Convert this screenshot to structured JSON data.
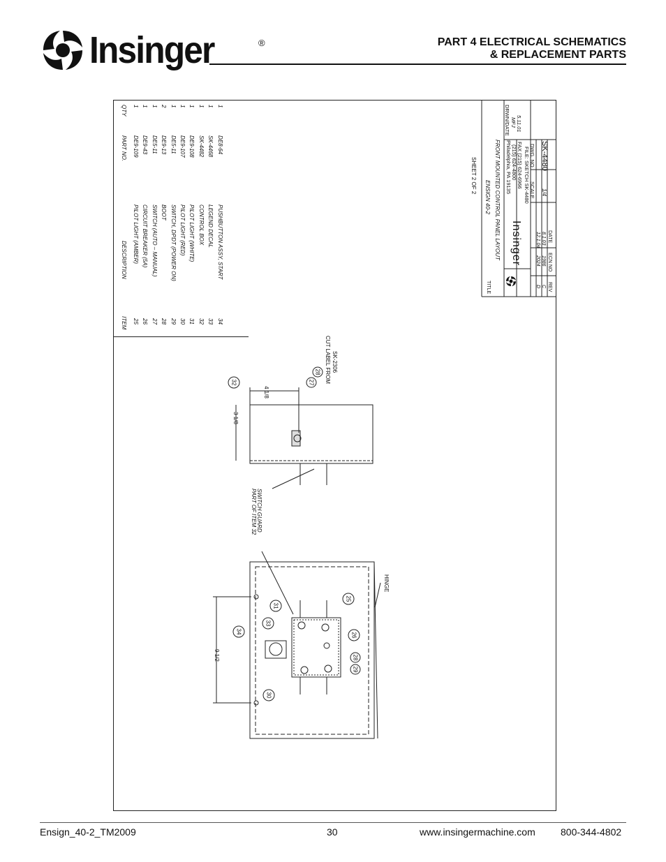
{
  "header": {
    "brand": "Insinger",
    "registered": "®",
    "title_line1": "PART 4   ELECTRICAL SCHEMATICS",
    "title_line2": "& REPLACEMENT PARTS"
  },
  "parts_table": {
    "headers": {
      "item": "ITEM",
      "description": "DESCRIPTION",
      "part_no": "PART NO.",
      "qty": "QTY"
    },
    "rows": [
      {
        "item": "25",
        "description": "PILOT LIGHT (AMBER)",
        "part_no": "DE9-109",
        "qty": "1"
      },
      {
        "item": "26",
        "description": "CIRCUIT BREAKER (5A)",
        "part_no": "DE9-43",
        "qty": "1"
      },
      {
        "item": "27",
        "description": "SWITCH (AUTO – MANUAL)",
        "part_no": "DE5-11",
        "qty": "1"
      },
      {
        "item": "28",
        "description": "BOOT",
        "part_no": "DE9-13",
        "qty": "2"
      },
      {
        "item": "29",
        "description": "SWITCH, DPDT (POWER ON)",
        "part_no": "DE5-11",
        "qty": "1"
      },
      {
        "item": "30",
        "description": "PILOT LIGHT (RED)",
        "part_no": "DE9-107",
        "qty": "1"
      },
      {
        "item": "31",
        "description": "PILOT LIGHT (WHITE)",
        "part_no": "DE9-108",
        "qty": "1"
      },
      {
        "item": "32",
        "description": "CONTROL BOX",
        "part_no": "SK-4482",
        "qty": "1"
      },
      {
        "item": "33",
        "description": "LEGEND DECAL",
        "part_no": "SK-4468",
        "qty": "1"
      },
      {
        "item": "34",
        "description": "PUSHBUTTON ASSY, START",
        "part_no": "DE8-64",
        "qty": "1"
      }
    ]
  },
  "title_block": {
    "sheet": "SHEET 2 OF 2",
    "title_label": "TITLE",
    "title_line1": "ENSIGN 40-2",
    "title_line2": "FRONT MOUNTED CONTROL PANEL LAYOUT",
    "company": "Insinger",
    "address": "Philadelphia, PA 19135",
    "phone": "(215) 624-4800",
    "fax": "FAX (215) 624-6966",
    "drawn_label": "DRWN/DATE",
    "drawn_by": "MFJ",
    "drawn_date": "5.11.01",
    "file_sketch": "FILE: SKETCH SK-4480",
    "scale_label": "SCALE",
    "scale": "1/4",
    "dwg_label": "DWG. NO.",
    "dwg_no": "SK-4480",
    "revisions": [
      {
        "rev": "D",
        "ecn": "2024",
        "date": "12.1.04"
      },
      {
        "rev": "C",
        "ecn": "1986",
        "date": "8.1.03"
      }
    ],
    "rev_headers": {
      "rev": "REV",
      "ecn": "ECN NO",
      "date": "DATE"
    }
  },
  "drawing": {
    "dim_top": "4 1/8",
    "dim_side": "3 1/8",
    "dim_length": "9 1/2",
    "cut_label_line1": "CUT LABEL FROM",
    "cut_label_line2": "SK-2306",
    "guard_line1": "SWITCH GUARD",
    "guard_line2": "PART OF ITEM  32",
    "hinge": "HINGE",
    "callouts": [
      "32",
      "27",
      "28",
      "31",
      "25",
      "33",
      "34",
      "26",
      "30",
      "29",
      "28"
    ]
  },
  "footer": {
    "doc": "Ensign_40-2_TM2009",
    "page": "30",
    "website": "www.insingermachine.com",
    "phone": "800-344-4802"
  }
}
